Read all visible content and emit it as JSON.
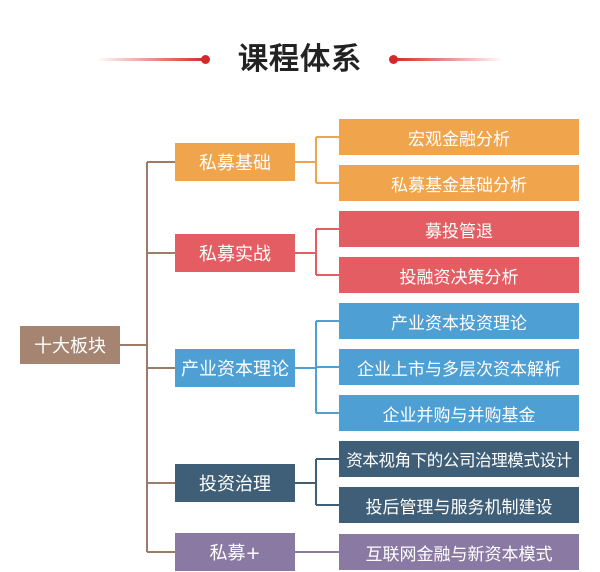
{
  "title": "课程体系",
  "colors": {
    "accent_red": "#d62828",
    "root": "#a58571",
    "orange": "#f0a44c",
    "red": "#e45d63",
    "blue": "#4d9fd4",
    "slate": "#3f5f79",
    "purple": "#8a7aa3",
    "connector": "#9d7b69"
  },
  "root": {
    "label": "十大板块"
  },
  "categories": [
    {
      "label": "私募基础",
      "color": "orange",
      "items": [
        "宏观金融分析",
        "私募基金基础分析"
      ]
    },
    {
      "label": "私募实战",
      "color": "red",
      "items": [
        "募投管退",
        "投融资决策分析"
      ]
    },
    {
      "label": "产业资本理论",
      "color": "blue",
      "items": [
        "产业资本投资理论",
        "企业上市与多层次资本解析",
        "企业并购与并购基金"
      ]
    },
    {
      "label": "投资治理",
      "color": "slate",
      "items": [
        "资本视角下的公司治理模式设计",
        "投后管理与服务机制建设"
      ]
    },
    {
      "label": "私募+",
      "color": "purple",
      "items": [
        "互联网金融与新资本模式"
      ]
    }
  ]
}
